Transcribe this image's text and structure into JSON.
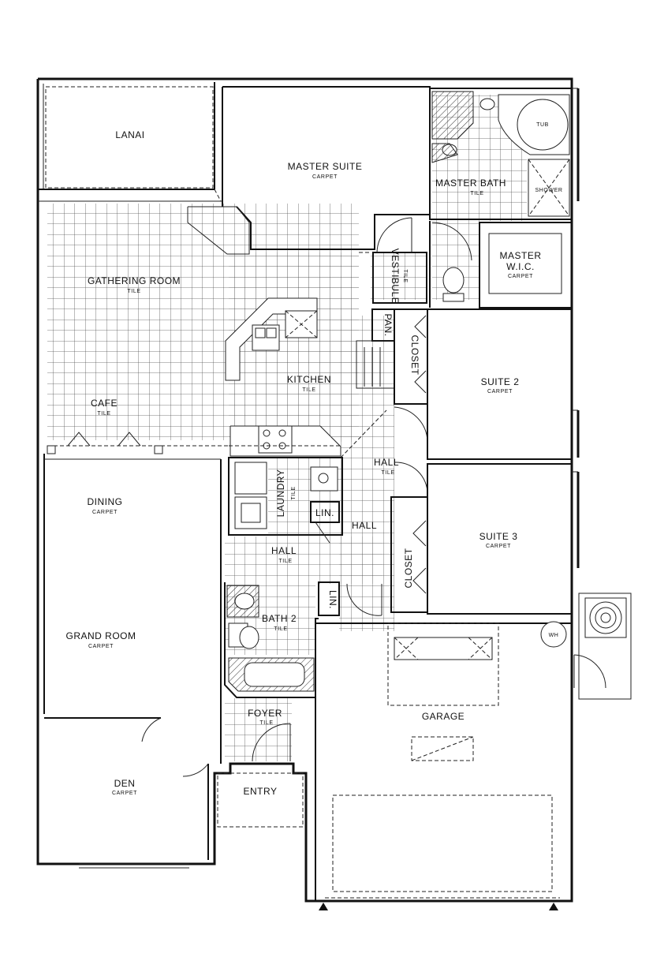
{
  "rooms": {
    "lanai": {
      "name": "LANAI"
    },
    "master_suite": {
      "name": "MASTER SUITE",
      "floor": "CARPET"
    },
    "master_bath": {
      "name": "MASTER BATH",
      "floor": "TILE"
    },
    "tub": {
      "name": "TUB"
    },
    "shower": {
      "name": "SHOWER"
    },
    "master_wic": {
      "name": "MASTER",
      "name2": "W.I.C.",
      "floor": "CARPET"
    },
    "vestibule": {
      "name": "VESTIBULE",
      "floor": "TILE"
    },
    "gathering_room": {
      "name": "GATHERING ROOM",
      "floor": "TILE"
    },
    "pan": {
      "name": "PAN."
    },
    "closet1": {
      "name": "CLOSET"
    },
    "kitchen": {
      "name": "KITCHEN",
      "floor": "TILE"
    },
    "suite2": {
      "name": "SUITE 2",
      "floor": "CARPET"
    },
    "cafe": {
      "name": "CAFE",
      "floor": "TILE"
    },
    "hall1": {
      "name": "HALL",
      "floor": "TILE"
    },
    "laundry": {
      "name": "LAUNDRY",
      "floor": "TILE"
    },
    "lin1": {
      "name": "LIN."
    },
    "hall2": {
      "name": "HALL"
    },
    "dining": {
      "name": "DINING",
      "floor": "CARPET"
    },
    "suite3": {
      "name": "SUITE 3",
      "floor": "CARPET"
    },
    "closet2": {
      "name": "CLOSET"
    },
    "hall3": {
      "name": "HALL",
      "floor": "TILE"
    },
    "lin2": {
      "name": "LIN."
    },
    "bath2": {
      "name": "BATH 2",
      "floor": "TILE"
    },
    "wh": {
      "name": "WH"
    },
    "grand_room": {
      "name": "GRAND ROOM",
      "floor": "CARPET"
    },
    "garage": {
      "name": "GARAGE"
    },
    "foyer": {
      "name": "FOYER",
      "floor": "TILE"
    },
    "den": {
      "name": "DEN",
      "floor": "CARPET"
    },
    "entry": {
      "name": "ENTRY"
    }
  }
}
